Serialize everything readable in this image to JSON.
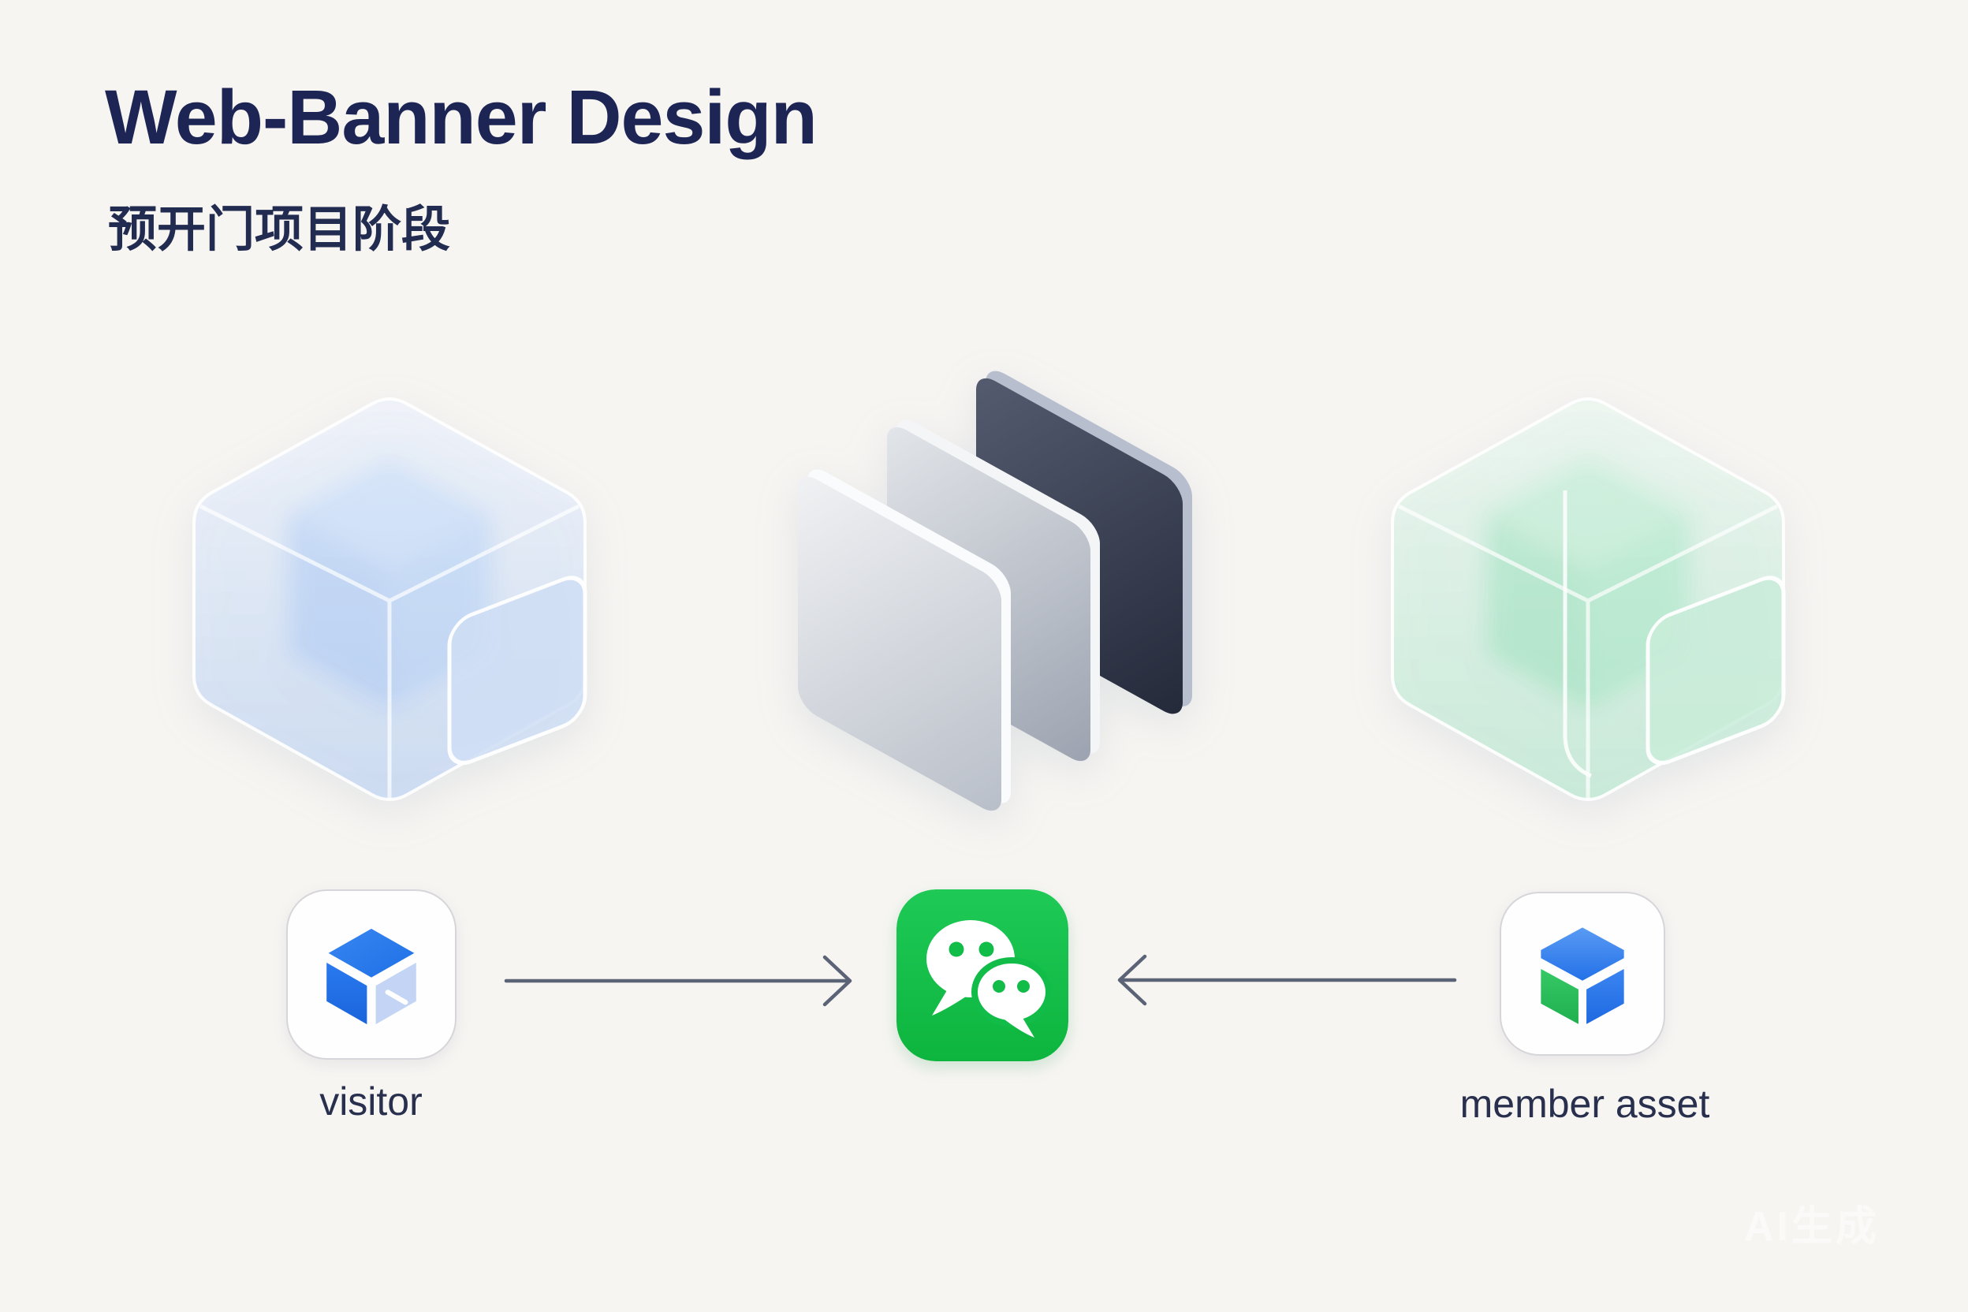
{
  "header": {
    "title": "Web-Banner Design",
    "subtitle": "预开门项目阶段"
  },
  "illustrations": [
    {
      "name": "blue-glass-cube"
    },
    {
      "name": "gray-layered-panels"
    },
    {
      "name": "green-glass-cube"
    }
  ],
  "flow": {
    "visitor": {
      "label": "visitor",
      "icon": "blue-box-cube-icon"
    },
    "wechat": {
      "icon": "wechat-icon"
    },
    "member_asset": {
      "label": "member asset",
      "icon": "blue-green-box-cube-icon"
    },
    "arrows": [
      {
        "direction": "right",
        "from": "visitor",
        "to": "wechat"
      },
      {
        "direction": "left",
        "from": "member-asset",
        "to": "wechat"
      }
    ]
  },
  "watermark": {
    "text": "AI生成"
  },
  "colors": {
    "background": "#f7f5f2",
    "title": "#1d2554",
    "label": "#28304e",
    "arrow": "#5b6377",
    "wechat_green": "#12bc48",
    "cube_blue": "#2478ec",
    "cube_light_blue": "#c4d4f4",
    "cube_green": "#2ebd59",
    "glass_blue": "#c9d9f1",
    "glass_green": "#c6e9d6",
    "panel_dark": "#2a3042"
  }
}
